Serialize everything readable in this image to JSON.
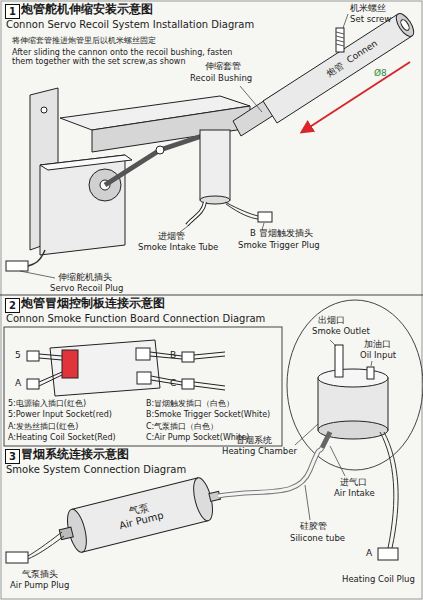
{
  "diagram": {
    "nodes": [
      {
        "text": [
          "1"
        ]
      },
      {
        "text": [
          "2"
        ]
      },
      {
        "text": [
          "3"
        ]
      },
      {
        "text": [
          "炮管",
          "Connen"
        ]
      },
      {
        "text": [
          "气泵",
          "Air Pump"
        ]
      }
    ],
    "labels": [
      "炮管舵机伸缩安装示意图",
      "Connon Servo Recoil System Installation Diagram",
      "将伸缩套管推进炮管里后以机米螺丝固定",
      "After sliding the cannon onto the recoil bushing, fasten them together with the set screw,as shown",
      "机米螺丝",
      "Set screw",
      "伸缩套管",
      "Recoil Bushing",
      "Ø8",
      "进烟管",
      "Smoke Intake Tube",
      "B 冒烟触发插头",
      "Smoke Trigger Plug",
      "伸缩舵机插头",
      "Servo Recoil Plug",
      "炮管冒烟控制板连接示意图",
      "Connon Smoke Function Board Connection Diagram",
      "5",
      "A",
      "B",
      "C",
      "5:电源输入插口(红色)",
      "5:Power Input Socket(red)",
      "A:发热丝插口(红色)",
      "A:Heating Coil Socket(Red)",
      "B:冒烟触发插口（白色）",
      "B:Smoke Trigger Socket(White)",
      "C:气泵插口（白色）",
      "C:Air Pump Socket(White)",
      "出烟口",
      "Smoke Outlet",
      "加油口",
      "Oil Input",
      "冒烟系统",
      "Heating Chamber",
      "进气口",
      "Air Intake",
      "A",
      "Heating Coil Plug",
      "冒烟系统连接示意图",
      "Smoke System Connection Diagram",
      "硅胶管",
      "Silicone tube",
      "气泵插头",
      "Air Pump Plug"
    ]
  }
}
